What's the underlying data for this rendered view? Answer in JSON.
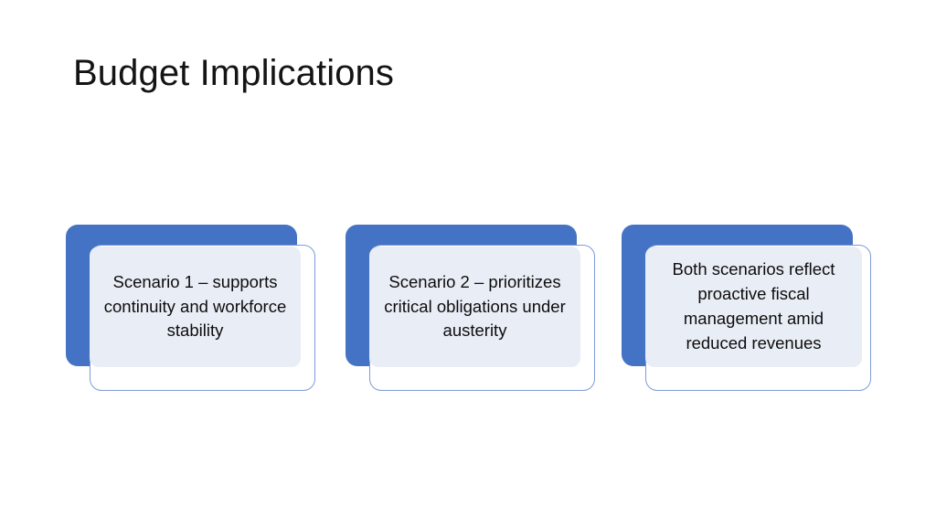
{
  "slide": {
    "title": "Budget Implications",
    "background_color": "#FFFFFF",
    "title_color": "#141414"
  },
  "theme": {
    "accent_blue": "#4472C4",
    "outline_blue": "#7F9BD7",
    "panel_fill": "#E9EDF6",
    "text_color": "#0D0D0D"
  },
  "cards": [
    {
      "index": 1,
      "text": "Scenario 1 – supports continuity and workforce stability"
    },
    {
      "index": 2,
      "text": "Scenario 2 – prioritizes critical obligations under austerity"
    },
    {
      "index": 3,
      "text": "Both scenarios reflect proactive fiscal management amid reduced revenues"
    }
  ]
}
